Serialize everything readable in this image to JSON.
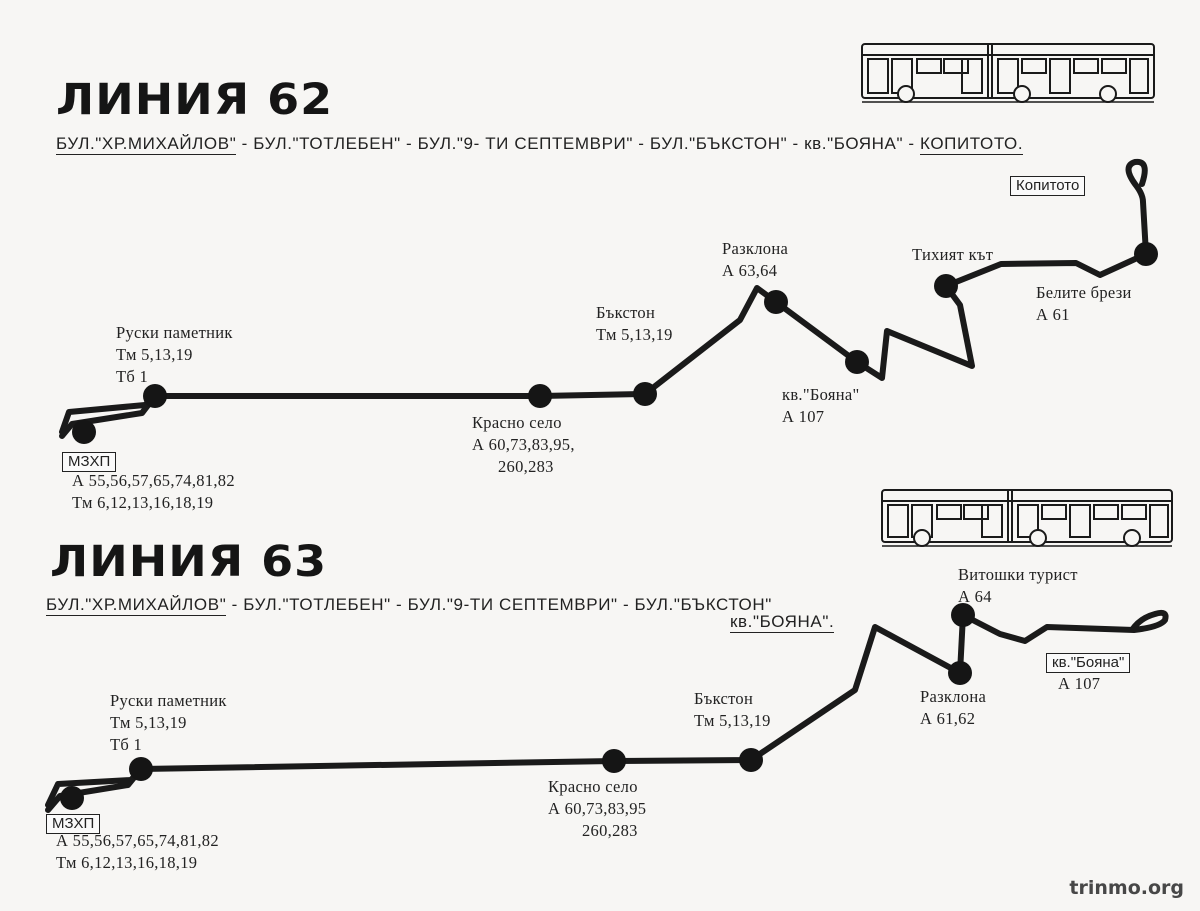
{
  "line62": {
    "title": "ЛИНИЯ 62",
    "streets": {
      "s1": "БУЛ.\"ХР.МИХАЙЛОВ\"",
      "s2": "- БУЛ.\"ТОТЛЕБЕН\" - БУЛ.\"9- ТИ СЕПТЕМВРИ\" - БУЛ.\"БЪКСТОН\" - кв.\"БОЯНА\" -",
      "s3": "КОПИТОТО."
    },
    "terminal_end": "Копитото",
    "stops": {
      "ruski": {
        "name": "Руски паметник",
        "l1": "Тм   5,13,19",
        "l2": "Тб   1"
      },
      "krasno": {
        "name": "Красно село",
        "l1": "А   60,73,83,95,",
        "l2": "260,283"
      },
      "bakston": {
        "name": "Бъкстон",
        "l1": "Тм   5,13,19"
      },
      "razklona": {
        "name": "Разклона",
        "l1": "А   63,64"
      },
      "boyana": {
        "name": "кв.\"Бояна\"",
        "l1": "А   107"
      },
      "tihiyat": {
        "name": "Тихият кът"
      },
      "belite": {
        "name": "Белите брези",
        "l1": "А   61"
      },
      "mzhp": {
        "name": "МЗХП",
        "l1": "А   55,56,57,65,74,81,82",
        "l2": "Тм   6,12,13,16,18,19"
      }
    }
  },
  "line63": {
    "title": "ЛИНИЯ 63",
    "streets": {
      "s1": "БУЛ.\"ХР.МИХАЙЛОВ\"",
      "s2": "- БУЛ.\"ТОТЛЕБЕН\" - БУЛ.\"9-ТИ СЕПТЕМВРИ\" - БУЛ.\"БЪКСТОН\"",
      "s3": "кв.\"БОЯНА\"."
    },
    "terminal_end": "кв.\"Бояна\"",
    "terminal_end_l1": "А   107",
    "stops": {
      "ruski": {
        "name": "Руски паметник",
        "l1": "Тм   5,13,19",
        "l2": "Тб   1"
      },
      "krasno": {
        "name": "Красно село",
        "l1": "А   60,73,83,95",
        "l2": "260,283"
      },
      "bakston": {
        "name": "Бъкстон",
        "l1": "Тм   5,13,19"
      },
      "vitoshki": {
        "name": "Витошки турист",
        "l1": "А   64"
      },
      "razklona": {
        "name": "Разклона",
        "l1": "А   61,62"
      },
      "mzhp": {
        "name": "МЗХП",
        "l1": "А   55,56,57,65,74,81,82",
        "l2": "Тм   6,12,13,16,18,19"
      }
    }
  },
  "watermark": "trinmo.org"
}
